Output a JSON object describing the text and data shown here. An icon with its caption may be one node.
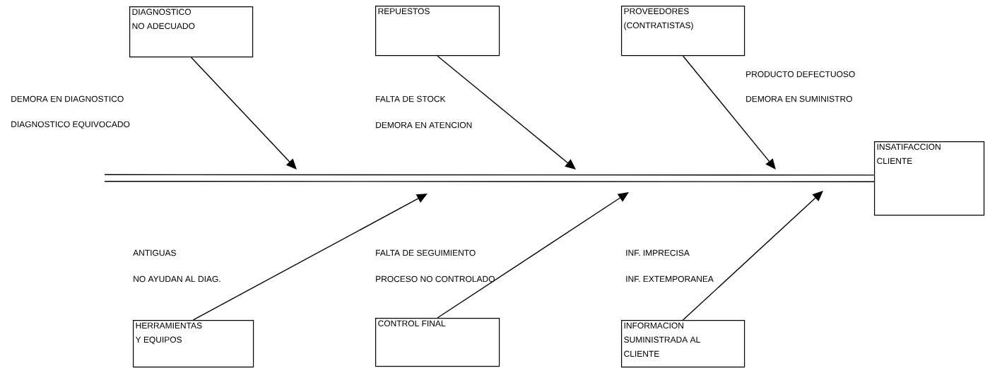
{
  "diagram": {
    "nodes": [
      {
        "text": [
          "DIAGNOSTICO NO ADECUADO"
        ],
        "beside": [
          "DEMORA EN DIAGNOSTICO",
          "DIAGNOSTICO EQUIVOCADO"
        ]
      },
      {
        "text": [
          "REPUESTOS"
        ],
        "beside": [
          "FALTA DE STOCK",
          "DEMORA EN ATENCION"
        ]
      },
      {
        "text": [
          "PROVEEDORES (CONTRATISTAS)"
        ],
        "beside": [
          "PRODUCTO DEFECTUOSO",
          "DEMORA EN SUMINISTRO"
        ]
      },
      {
        "text": [
          "HERRAMIENTAS Y EQUIPOS"
        ],
        "beside": [
          "ANTIGUAS",
          "NO AYUDAN AL DIAG."
        ]
      },
      {
        "text": [
          "CONTROL FINAL"
        ],
        "beside": [
          "FALTA DE SEGUIMIENTO",
          "PROCESO NO CONTROLADO"
        ]
      },
      {
        "text": [
          "INFORMACION SUMINISTRADA AL CLIENTE"
        ],
        "beside": [
          "INF. IMPRECISA",
          "INF. EXTEMPORANEA"
        ]
      },
      {
        "text": [
          "INSATIFACCION CLIENTE"
        ]
      }
    ],
    "edges": [
      {
        "from": 0,
        "to": null,
        "arrow": "to"
      },
      {
        "from": 1,
        "to": null,
        "arrow": "to"
      },
      {
        "from": 2,
        "to": null,
        "arrow": "to"
      },
      {
        "from": 3,
        "to": null,
        "arrow": "to"
      },
      {
        "from": 4,
        "to": null,
        "arrow": "to"
      },
      {
        "from": 5,
        "to": null,
        "arrow": "to"
      },
      {
        "from": null,
        "to": 6,
        "arrow": "none",
        "style": "thick"
      }
    ]
  }
}
